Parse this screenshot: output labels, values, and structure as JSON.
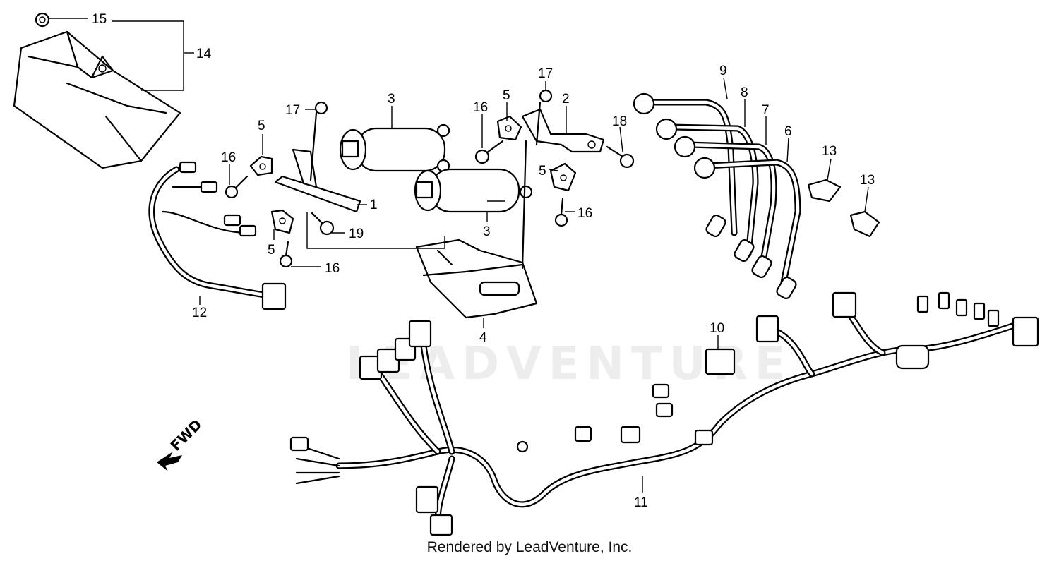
{
  "watermark": "LEADVENTURE",
  "caption": "Rendered by LeadVenture, Inc.",
  "fwd_label": "FWD",
  "callouts": {
    "c1": "1",
    "c2": "2",
    "c3a": "3",
    "c3b": "3",
    "c4": "4",
    "c5a": "5",
    "c5b": "5",
    "c5c": "5",
    "c5d": "5",
    "c6": "6",
    "c7": "7",
    "c8": "8",
    "c9": "9",
    "c10": "10",
    "c11": "11",
    "c12": "12",
    "c13a": "13",
    "c13b": "13",
    "c14": "14",
    "c15": "15",
    "c16a": "16",
    "c16b": "16",
    "c16c": "16",
    "c16d": "16",
    "c17a": "17",
    "c17b": "17",
    "c18": "18",
    "c19": "19"
  }
}
